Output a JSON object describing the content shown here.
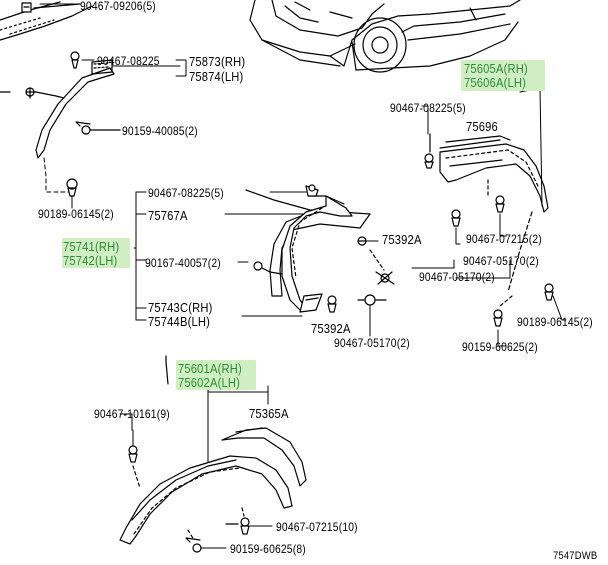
{
  "colors": {
    "line": "#000000",
    "highlight_bg": "#cfeec2",
    "highlight_text": "#2e8b3a"
  },
  "diagram_code": "7547DWB",
  "labels": {
    "p_90467_09206": "90467-09206(5)",
    "p_90467_08225_top": "90467-08225",
    "p_75873": "75873(RH)",
    "p_75874": "75874(LH)",
    "p_90159_40085": "90159-40085(2)",
    "p_90189_06145_left": "90189-06145(2)",
    "p_90467_08225_mid": "90467-08225(5)",
    "p_75767A": "75767A",
    "p_75741": "75741(RH)",
    "p_75742": "75742(LH)",
    "p_90167_40057": "90167-40057(2)",
    "p_75392A_right": "75392A",
    "p_90467_05170_a": "90467-05170(2)",
    "p_75743C": "75743C(RH)",
    "p_75744B": "75744B(LH)",
    "p_75392A_lower": "75392A",
    "p_90467_05170_b": "90467-05170(2)",
    "p_75605A": "75605A(RH)",
    "p_75606A": "75606A(LH)",
    "p_90467_08225_right": "90467-08225(5)",
    "p_75696": "75696",
    "p_90467_07215_right": "90467-07215(2)",
    "p_90467_05170_c": "90467-05170(2)",
    "p_90189_06145_right": "90189-06145(2)",
    "p_90159_60625_right": "90159-60625(2)",
    "p_75601A": "75601A(RH)",
    "p_75602A": "75602A(LH)",
    "p_90467_10161": "90467-10161(9)",
    "p_75365A": "75365A",
    "p_90467_07215_bottom": "90467-07215(10)",
    "p_90159_60625_bottom": "90159-60625(8)"
  }
}
